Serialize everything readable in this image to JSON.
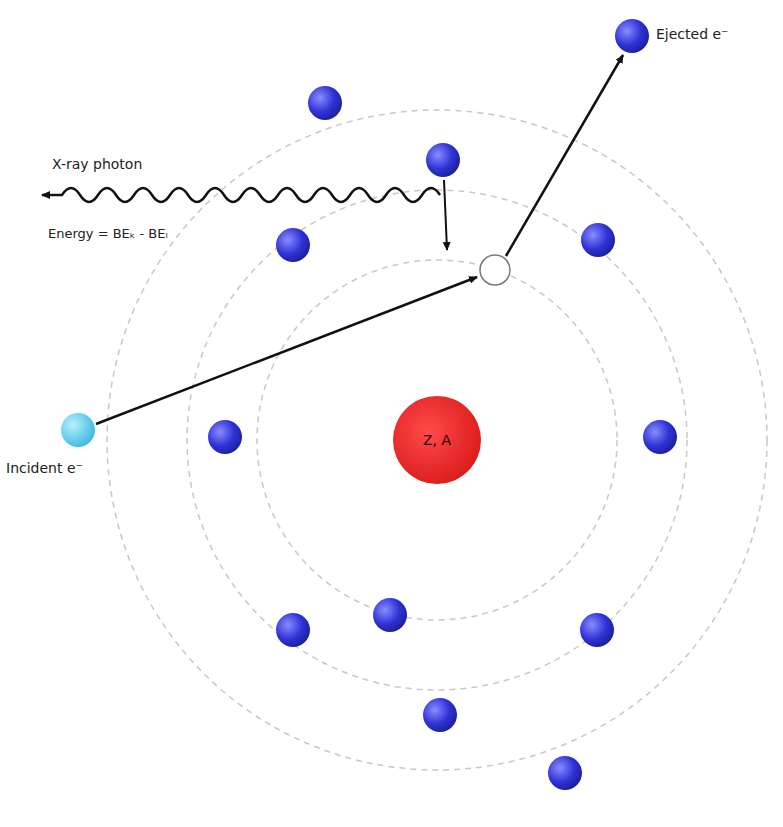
{
  "diagram": {
    "nodes": [
      {
        "text": [
          "Ejected e⁻"
        ]
      },
      {
        "text": [
          "Incident e⁻"
        ]
      },
      {
        "text": [
          "Z, A"
        ]
      }
    ],
    "labels": [
      "X-ray photon",
      "Energy = BEₖ - BEₗ"
    ]
  }
}
